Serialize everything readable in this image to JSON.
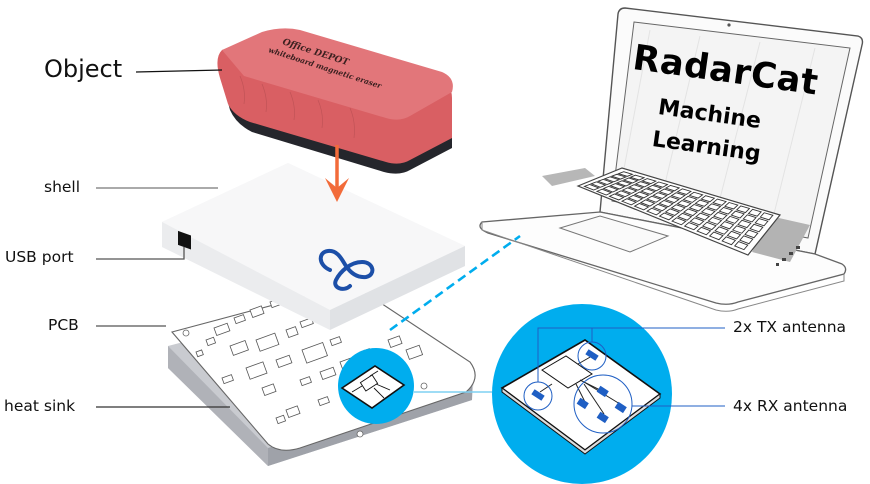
{
  "diagram": {
    "labels": {
      "object": "Object",
      "shell": "shell",
      "usb_port": "USB port",
      "pcb": "PCB",
      "heat_sink": "heat sink",
      "tx_antenna": "2x TX antenna",
      "rx_antenna": "4x RX antenna"
    },
    "laptop_screen": {
      "title": "RadarCat",
      "line2": "Machine",
      "line3": "Learning"
    },
    "eraser_print": {
      "brand": "Office DEPOT",
      "product": "whiteboard magnetic eraser"
    },
    "colors": {
      "eraser_red": "#e06a6e",
      "eraser_black": "#22232a",
      "arrow_orange": "#f26b3a",
      "accent_blue": "#00adee",
      "antenna_blue": "#1f5fc4",
      "logo_blue": "#1c4fa8",
      "heat_sink_grey": "#c9cbd0"
    }
  }
}
